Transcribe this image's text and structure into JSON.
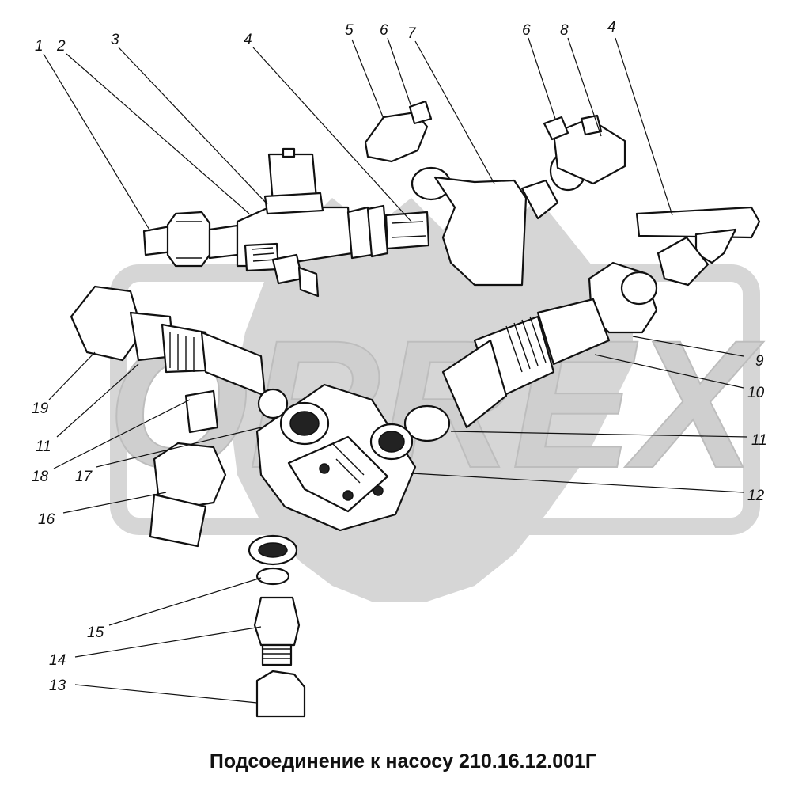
{
  "caption": "Подсоединение к насосу 210.16.12.001Г",
  "watermark": {
    "text": "ORREX",
    "color": "#d6d6d6"
  },
  "callouts": [
    {
      "id": "c1",
      "label": "1"
    },
    {
      "id": "c2",
      "label": "2"
    },
    {
      "id": "c3",
      "label": "3"
    },
    {
      "id": "c4a",
      "label": "4"
    },
    {
      "id": "c5",
      "label": "5"
    },
    {
      "id": "c6a",
      "label": "6"
    },
    {
      "id": "c7",
      "label": "7"
    },
    {
      "id": "c6b",
      "label": "6"
    },
    {
      "id": "c8",
      "label": "8"
    },
    {
      "id": "c4b",
      "label": "4"
    },
    {
      "id": "c9",
      "label": "9"
    },
    {
      "id": "c10",
      "label": "10"
    },
    {
      "id": "c11a",
      "label": "11"
    },
    {
      "id": "c12",
      "label": "12"
    },
    {
      "id": "c19",
      "label": "19"
    },
    {
      "id": "c11b",
      "label": "11"
    },
    {
      "id": "c18",
      "label": "18"
    },
    {
      "id": "c17",
      "label": "17"
    },
    {
      "id": "c16",
      "label": "16"
    },
    {
      "id": "c15",
      "label": "15"
    },
    {
      "id": "c14",
      "label": "14"
    },
    {
      "id": "c13",
      "label": "13"
    }
  ]
}
